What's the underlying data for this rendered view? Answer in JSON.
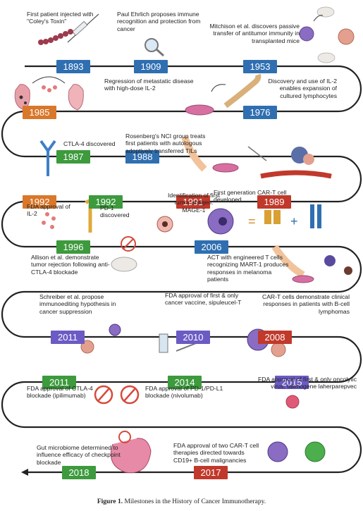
{
  "colors": {
    "blue": "#2f6fb1",
    "orange": "#d9772b",
    "green": "#3d9a3d",
    "purple": "#6b5bc4",
    "red": "#c0392b",
    "track": "#222222"
  },
  "milestones": [
    {
      "year": "1893",
      "color": "blue",
      "text": "First patient injected with \"Coley's Toxin\""
    },
    {
      "year": "1909",
      "color": "blue",
      "text": "Paul Ehrlich proposes immune recognition and protection from cancer"
    },
    {
      "year": "1953",
      "color": "blue",
      "text": "Mitchison et al. discovers passive transfer of antitumor immunity in transplanted mice"
    },
    {
      "year": "1985",
      "color": "orange",
      "text": "Regression of metastatic disease with high-dose IL-2"
    },
    {
      "year": "1976",
      "color": "blue",
      "text": "Discovery and use of IL-2 enables expansion of cultured lymphocytes"
    },
    {
      "year": "1987",
      "color": "green",
      "text": "CTLA-4 discovered"
    },
    {
      "year": "1988",
      "color": "blue",
      "text": "Rosenberg's NCI group treats first patients with autologous adoptively transferred TILs"
    },
    {
      "year": "1992",
      "color": "orange",
      "text": "FDA approval of IL-2"
    },
    {
      "year": "1992",
      "color": "green",
      "text": "PD-1 discovered"
    },
    {
      "year": "1991",
      "color": "red",
      "text": "Identification of first tumor antigen: MAGE-1"
    },
    {
      "year": "1989",
      "color": "red",
      "text": "First generation CAR-T cell developed"
    },
    {
      "year": "1996",
      "color": "green",
      "text": "Allison et al. demonstrate tumor rejection following anti-CTLA-4 blockade"
    },
    {
      "year": "2006",
      "color": "blue",
      "text": "ACT with engineered T cells recognizing MART-1 produces responses in melanoma patients"
    },
    {
      "year": "2011",
      "color": "purple",
      "text": "Schreiber et al. propose immunoediting hypothesis in cancer suppression"
    },
    {
      "year": "2010",
      "color": "purple",
      "text": "FDA approval of first & only cancer vaccine, sipuleucel-T"
    },
    {
      "year": "2008",
      "color": "red",
      "text": "CAR-T cells demonstrate clinical responses in patients with B-cell lymphomas"
    },
    {
      "year": "2011",
      "color": "green",
      "text": "FDA approval of CTLA-4 blockade (ipilimumab)"
    },
    {
      "year": "2014",
      "color": "green",
      "text": "FDA approval of PD-1/PD-L1 blockade (nivolumab)"
    },
    {
      "year": "2015",
      "color": "purple",
      "text": "FDA approval of first & only oncolytic virus, talimogene laherparepvec"
    },
    {
      "year": "2018",
      "color": "green",
      "text": "Gut microbiome determined to influence efficacy of checkpoint blockade"
    },
    {
      "year": "2017",
      "color": "red",
      "text": "FDA approval of two CAR-T cell therapies directed towards CD19+ B-cell malignancies"
    }
  ],
  "caption": {
    "label": "Figure 1.",
    "text": "Milestones in the History of Cancer Immunotherapy."
  }
}
